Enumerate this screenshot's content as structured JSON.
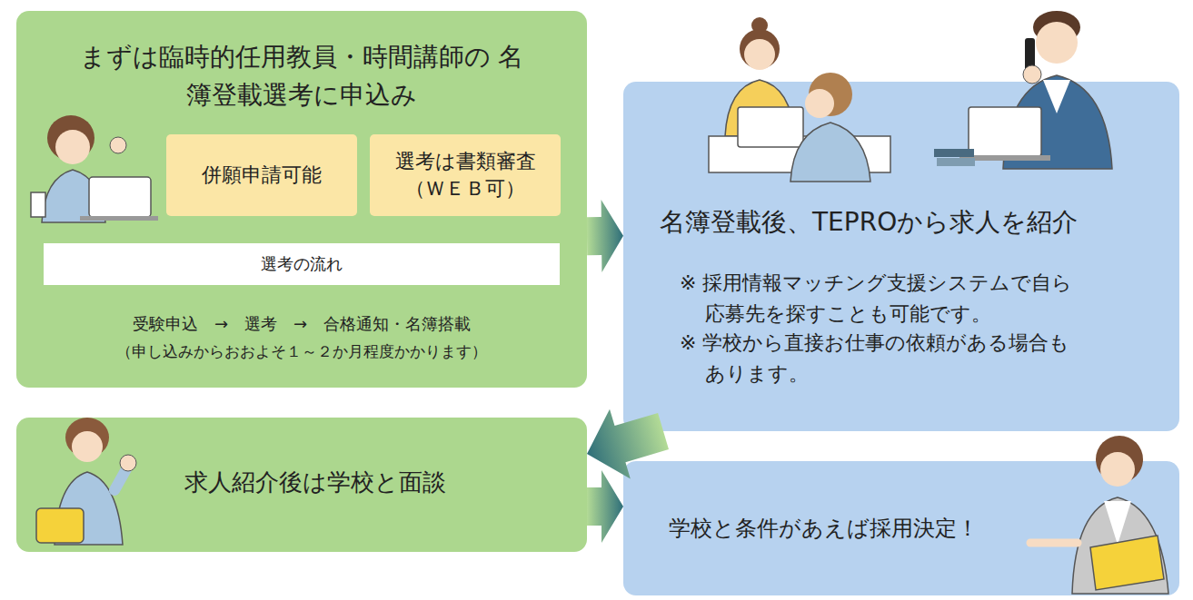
{
  "diagram": {
    "nodes": [
      {
        "text": [
          "まずは臨時的任用教員・時間講師の 名簿登載選考に申込み",
          "受験申込　→　選考　→　合格通知・名簿搭載",
          "（申し込みからおおよそ１～２か月程度かかります）"
        ]
      },
      {
        "text": [
          "併願申請可能"
        ],
        "in": 0
      },
      {
        "text": [
          "選考は書類審査 （ＷＥＢ可）"
        ],
        "in": 0
      },
      {
        "text": [
          "選考の流れ"
        ],
        "in": 0
      },
      {
        "text": [
          "名簿登載後、TEPROから求人を紹介",
          "※ 採用情報マッチング支援システムで自ら応募先を探すことも可能です。",
          "※ 学校から直接お仕事の依頼がある場合もあります。"
        ]
      },
      {
        "text": [
          "求人紹介後は学校と面談"
        ]
      },
      {
        "text": [
          "学校と条件があえば採用決定！"
        ]
      }
    ],
    "edges": [
      {
        "from": 0,
        "to": 4,
        "arrow": "to"
      },
      {
        "from": 4,
        "to": 5,
        "arrow": "to"
      },
      {
        "from": 5,
        "to": 6,
        "arrow": "to"
      }
    ]
  }
}
